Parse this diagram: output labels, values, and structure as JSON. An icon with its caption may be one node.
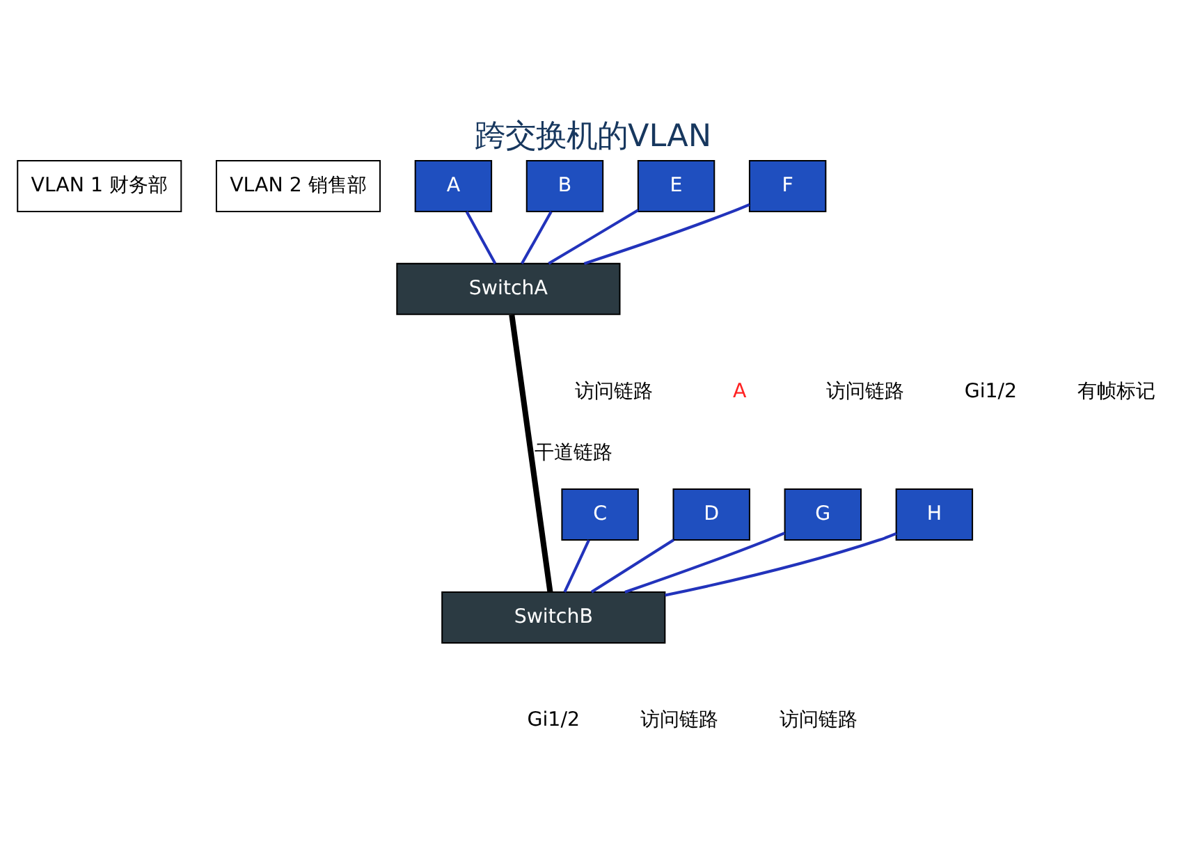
{
  "diagram": {
    "title": "跨交换机的VLAN",
    "nodes": [
      {
        "text": [
          "VLAN 1 财务部"
        ]
      },
      {
        "text": [
          "VLAN 2 销售部"
        ]
      },
      {
        "text": [
          "SwitchA"
        ]
      },
      {
        "text": [
          "SwitchB"
        ]
      },
      {
        "text": [
          "A"
        ]
      },
      {
        "text": [
          "B"
        ]
      },
      {
        "text": [
          "C"
        ]
      },
      {
        "text": [
          "D"
        ]
      },
      {
        "text": [
          "E"
        ]
      },
      {
        "text": [
          "F"
        ]
      },
      {
        "text": [
          "G"
        ]
      },
      {
        "text": [
          "H"
        ]
      }
    ],
    "edges": [
      {
        "from": 4,
        "to": 2,
        "arrow": "none"
      },
      {
        "from": 5,
        "to": 2,
        "arrow": "none"
      },
      {
        "from": 8,
        "to": 2,
        "arrow": "none"
      },
      {
        "from": 9,
        "to": 2,
        "arrow": "none"
      },
      {
        "from": 2,
        "to": 3,
        "arrow": "none",
        "label": "干道链路",
        "style": "thick",
        "color": "#000000"
      },
      {
        "from": 6,
        "to": 3,
        "arrow": "none"
      },
      {
        "from": 7,
        "to": 3,
        "arrow": "none"
      },
      {
        "from": 10,
        "to": 3,
        "arrow": "none"
      },
      {
        "from": 11,
        "to": 3,
        "arrow": "none"
      }
    ],
    "labels": [
      "A",
      "访问链路",
      "访问链路",
      "Gi1/2",
      "Gi1/2",
      "有帧标记",
      "访问链路",
      "访问链路"
    ]
  }
}
